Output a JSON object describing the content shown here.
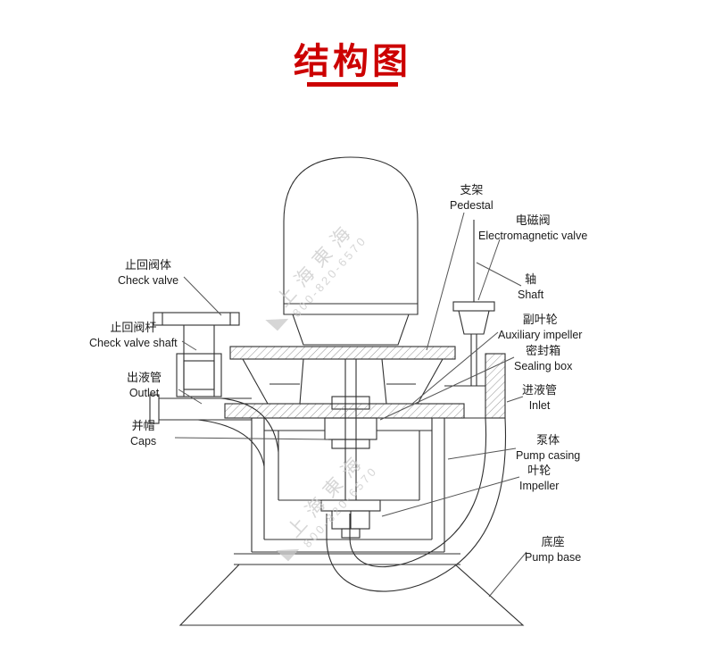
{
  "page": {
    "title": "结构图",
    "accent_color": "#cc0000",
    "line_color": "#2f2f2f",
    "background": "#ffffff"
  },
  "watermark": {
    "brand": "上海東海",
    "phone": "800-820-6570",
    "color": "#c9c9c9",
    "logo": "triangle-logo"
  },
  "labels": {
    "check_valve": {
      "zh": "止回阀体",
      "en": "Check valve"
    },
    "check_valve_shaft": {
      "zh": "止回阀杆",
      "en": "Check valve shaft"
    },
    "outlet": {
      "zh": "出液管",
      "en": "Outlet"
    },
    "caps": {
      "zh": "并帽",
      "en": "Caps"
    },
    "pedestal": {
      "zh": "支架",
      "en": "Pedestal"
    },
    "electromagnetic_valve": {
      "zh": "电磁阀",
      "en": "Electromagnetic valve"
    },
    "shaft": {
      "zh": "轴",
      "en": "Shaft"
    },
    "auxiliary_impeller": {
      "zh": "副叶轮",
      "en": "Auxiliary impeller"
    },
    "sealing_box": {
      "zh": "密封箱",
      "en": "Sealing box"
    },
    "inlet": {
      "zh": "进液管",
      "en": "Inlet"
    },
    "pump_casing": {
      "zh": "泵体",
      "en": "Pump casing"
    },
    "impeller": {
      "zh": "叶轮",
      "en": "Impeller"
    },
    "pump_base": {
      "zh": "底座",
      "en": "Pump base"
    }
  }
}
